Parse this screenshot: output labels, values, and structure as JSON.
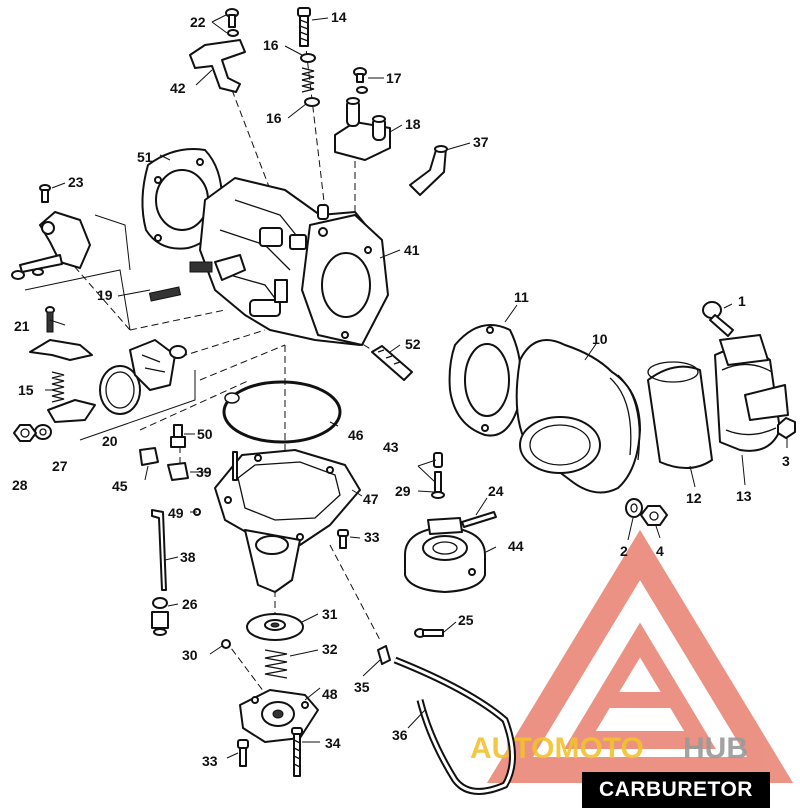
{
  "title": "CARBURETOR",
  "watermark": {
    "part1": "AUTOMOTO",
    "part2": "HUB",
    "colors": {
      "triangle": "#e8806f",
      "gold": "#f2c12e",
      "gray": "#9a9a9a"
    }
  },
  "callouts": [
    {
      "id": "c1",
      "text": "1"
    },
    {
      "id": "c2",
      "text": "2"
    },
    {
      "id": "c3",
      "text": "3"
    },
    {
      "id": "c4",
      "text": "4"
    },
    {
      "id": "c10",
      "text": "10"
    },
    {
      "id": "c11",
      "text": "11"
    },
    {
      "id": "c12",
      "text": "12"
    },
    {
      "id": "c13",
      "text": "13"
    },
    {
      "id": "c14",
      "text": "14"
    },
    {
      "id": "c15",
      "text": "15"
    },
    {
      "id": "c16a",
      "text": "16"
    },
    {
      "id": "c16b",
      "text": "16"
    },
    {
      "id": "c17",
      "text": "17"
    },
    {
      "id": "c18",
      "text": "18"
    },
    {
      "id": "c19",
      "text": "19"
    },
    {
      "id": "c20",
      "text": "20"
    },
    {
      "id": "c21",
      "text": "21"
    },
    {
      "id": "c22",
      "text": "22"
    },
    {
      "id": "c23",
      "text": "23"
    },
    {
      "id": "c24",
      "text": "24"
    },
    {
      "id": "c25",
      "text": "25"
    },
    {
      "id": "c26",
      "text": "26"
    },
    {
      "id": "c27",
      "text": "27"
    },
    {
      "id": "c28",
      "text": "28"
    },
    {
      "id": "c29",
      "text": "29"
    },
    {
      "id": "c30",
      "text": "30"
    },
    {
      "id": "c31",
      "text": "31"
    },
    {
      "id": "c32",
      "text": "32"
    },
    {
      "id": "c33a",
      "text": "33"
    },
    {
      "id": "c33b",
      "text": "33"
    },
    {
      "id": "c34",
      "text": "34"
    },
    {
      "id": "c35",
      "text": "35"
    },
    {
      "id": "c36",
      "text": "36"
    },
    {
      "id": "c37",
      "text": "37"
    },
    {
      "id": "c38",
      "text": "38"
    },
    {
      "id": "c39",
      "text": "39"
    },
    {
      "id": "c41",
      "text": "41"
    },
    {
      "id": "c42",
      "text": "42"
    },
    {
      "id": "c43",
      "text": "43"
    },
    {
      "id": "c44",
      "text": "44"
    },
    {
      "id": "c45",
      "text": "45"
    },
    {
      "id": "c46",
      "text": "46"
    },
    {
      "id": "c47",
      "text": "47"
    },
    {
      "id": "c48",
      "text": "48"
    },
    {
      "id": "c49",
      "text": "49"
    },
    {
      "id": "c50",
      "text": "50"
    },
    {
      "id": "c51",
      "text": "51"
    },
    {
      "id": "c52",
      "text": "52"
    }
  ]
}
